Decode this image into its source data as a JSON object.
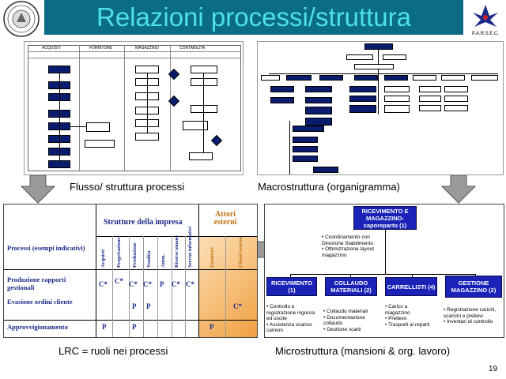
{
  "slide": {
    "title": "Relazioni processi/struttura",
    "page_number": "19",
    "accent_color": "#0a6d84",
    "title_color": "#4ee0e8"
  },
  "logos": {
    "left": "university-seal",
    "right_text": "P.A.R.S.E.C."
  },
  "panels": {
    "flow": {
      "caption": "Flusso/ struttura processi",
      "lanes": [
        "ACQUISTI",
        "FORNITORE",
        "MAGAZZINO",
        "CONTABILITA"
      ]
    },
    "macro": {
      "caption": "Macrostruttura (organigramma)"
    },
    "lrc": {
      "caption": "LRC = ruoli nei processi",
      "header_struct": "Strutture della impresa",
      "header_actors": "Attori esterni",
      "process_label": "Processi (esempi indicativi)",
      "columns": [
        "Acquisti",
        "Progettazione",
        "Produzione",
        "Vendita",
        "Amm.",
        "Risorse umane",
        "Servizi informativi",
        "Fornitori",
        "Clienti esterni"
      ],
      "rows": [
        {
          "label": "Produzione rapporti gestionali",
          "marks": [
            "C*",
            "C*",
            "C*",
            "C*",
            "P",
            "C*",
            "C*"
          ]
        },
        {
          "label": "Evasione ordini cliente",
          "marks": [
            "P",
            "P",
            "C*"
          ]
        },
        {
          "label": "Approvvigionamento",
          "marks": [
            "P",
            "P",
            "P"
          ]
        }
      ]
    },
    "micro": {
      "caption": "Microstruttura (mansioni & org. lavoro)",
      "head": "RICEVIMENTO E MAGAZZINO- caporeparto (1)",
      "head_bullets": [
        "Coordinamento con Direzione Stabilimento",
        "Ottimizzazione layout magazzino"
      ],
      "units": [
        {
          "label": "RICEVIMENTO (1)",
          "bullets": [
            "Controllo e registrazione ingressi ed uscite",
            "Assistenza scarico camion"
          ]
        },
        {
          "label": "COLLAUDO MATERIALI (2)",
          "bullets": [
            "Collaudo materiali",
            "Documentazione collaudo",
            "Gestione scarti"
          ]
        },
        {
          "label": "CARRELLISTI (4)",
          "bullets": [
            "Carico a magazzino",
            "Prelievo",
            "Trasporti ai reparti"
          ]
        },
        {
          "label": "GESTIONE MAGAZZINO (2)",
          "bullets": [
            "Registrazione carichi, scarichi e prelievi",
            "Inventari di controllo"
          ]
        }
      ]
    }
  }
}
